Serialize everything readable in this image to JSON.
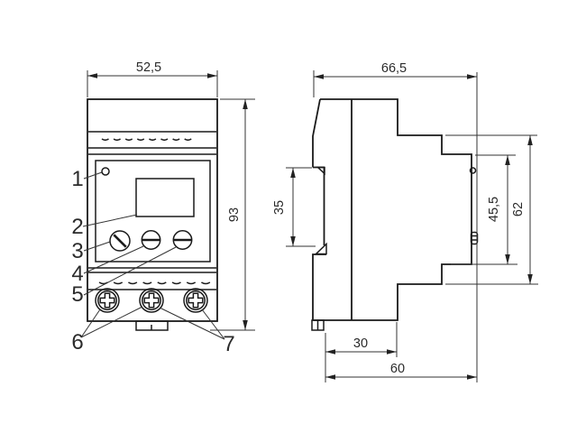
{
  "drawing_type": "technical-dimension-drawing",
  "views": {
    "front": {
      "dimensions": {
        "width": "52,5",
        "height": "93"
      },
      "callouts": [
        {
          "label": "1",
          "points_to": "led-indicator"
        },
        {
          "label": "2",
          "points_to": "display-window"
        },
        {
          "label": "3",
          "points_to": "adjust-knob-1"
        },
        {
          "label": "4",
          "points_to": "adjust-knob-2"
        },
        {
          "label": "5",
          "points_to": "adjust-knob-3"
        },
        {
          "label": "6",
          "points_to": "terminal-screws-left"
        },
        {
          "label": "7",
          "points_to": "terminal-screws-right"
        }
      ]
    },
    "side": {
      "dimensions": {
        "depth": "66,5",
        "rail_recess": "35",
        "front_face": "45,5",
        "mid_body": "62",
        "base_step": "30",
        "base_depth": "60"
      }
    }
  },
  "colors": {
    "line": "#1a1a1a",
    "dimension_text": "#2b2b2b",
    "background": "#ffffff"
  }
}
